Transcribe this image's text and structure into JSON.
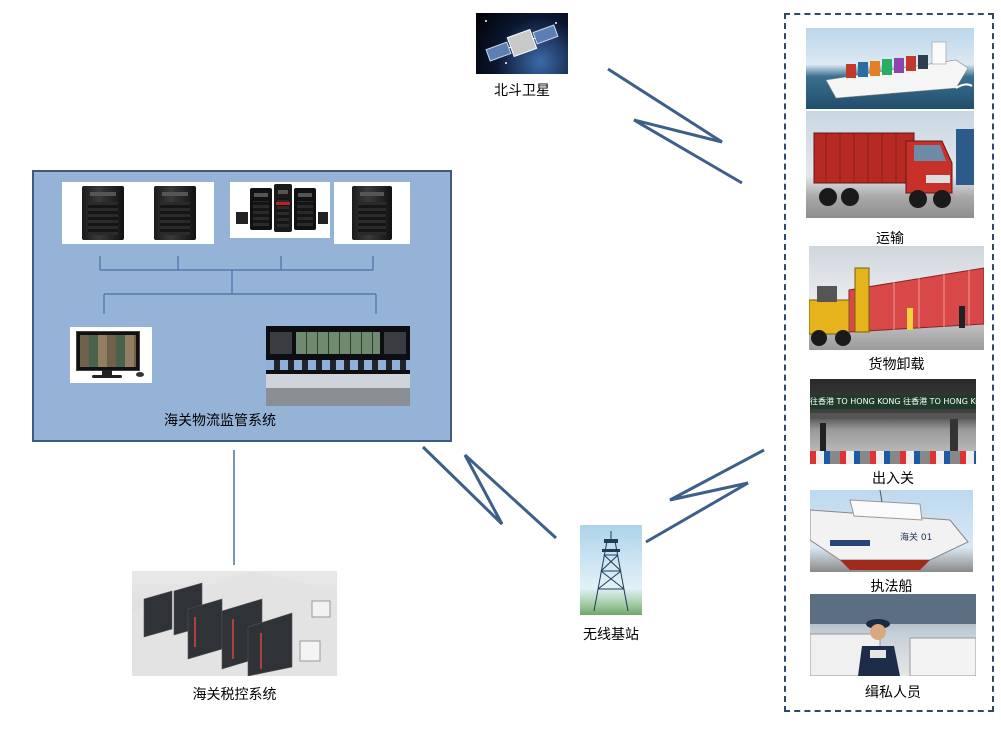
{
  "nodes": {
    "satellite": {
      "label": "北斗卫星"
    },
    "monitoring": {
      "label": "海关物流监管系统"
    },
    "tax_control": {
      "label": "海关税控系统"
    },
    "base_station": {
      "label": "无线基站"
    },
    "transport": {
      "label": "运输"
    },
    "unloading": {
      "label": "货物卸载"
    },
    "border": {
      "label": "出入关",
      "sign_text": "往香港 TO HONG KONG  往香港 TO HONG KONG"
    },
    "patrol_ship": {
      "label": "执法船",
      "hull_text": "海关 01"
    },
    "officers": {
      "label": "缉私人员"
    }
  },
  "colors": {
    "link": "#3d5f8a",
    "panel_fill": "#95b3d7",
    "panel_border": "#3d5a80",
    "dashed_border": "#2d4a6e"
  }
}
